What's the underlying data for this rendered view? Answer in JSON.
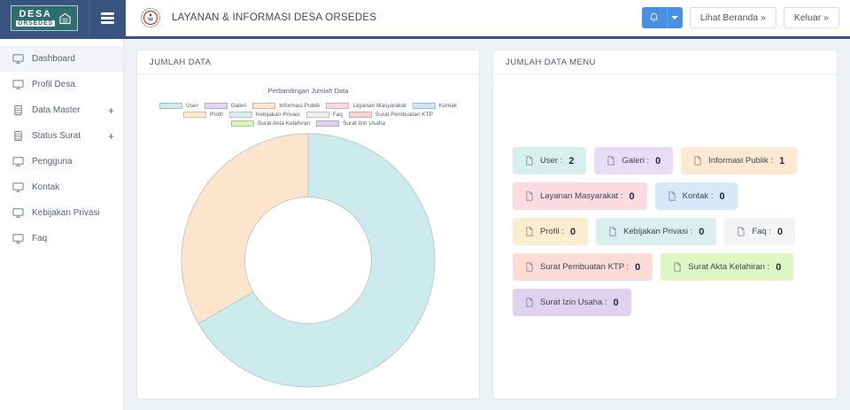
{
  "brand": {
    "logo_primary": "DESA",
    "logo_secondary": "ORSEDES",
    "logo_mark_icon": "village-building-icon",
    "menu_toggle_icon": "hamburger-menu-icon",
    "seal_icon": "government-seal-icon"
  },
  "header": {
    "title": "LAYANAN & INFORMASI DESA ORSEDES",
    "notification_icon": "bell-icon",
    "notification_caret_icon": "chevron-down-icon",
    "view_home_label": "Lihat Beranda »",
    "logout_label": "Keluar »",
    "accent_color": "#4a90e2",
    "brand_color": "#39547f"
  },
  "sidebar": {
    "items": [
      {
        "label": "Dashboard",
        "icon": "monitor-icon",
        "active": true,
        "expandable": false
      },
      {
        "label": "Profil Desa",
        "icon": "monitor-icon",
        "active": false,
        "expandable": false
      },
      {
        "label": "Data Master",
        "icon": "database-icon",
        "active": false,
        "expandable": true,
        "expand_symbol": "+"
      },
      {
        "label": "Status Surat",
        "icon": "database-icon",
        "active": false,
        "expandable": true,
        "expand_symbol": "+"
      },
      {
        "label": "Pengguna",
        "icon": "monitor-icon",
        "active": false,
        "expandable": false
      },
      {
        "label": "Kontak",
        "icon": "monitor-icon",
        "active": false,
        "expandable": false
      },
      {
        "label": "Kebijakan Privasi",
        "icon": "monitor-icon",
        "active": false,
        "expandable": false
      },
      {
        "label": "Faq",
        "icon": "monitor-icon",
        "active": false,
        "expandable": false
      }
    ]
  },
  "panels": {
    "left_title": "JUMLAH DATA",
    "right_title": "JUMLAH DATA MENU"
  },
  "chart_data": {
    "type": "pie",
    "variant": "donut",
    "title": "Perbandingan Jumlah Data",
    "xlabel": "",
    "ylabel": "",
    "grid": false,
    "legend_position": "top",
    "start_angle_deg": 0,
    "inner_radius_ratio": 0.5,
    "categories": [
      "User",
      "Galeri",
      "Informasi Publik",
      "Layanan Masyarakat",
      "Kontak",
      "Profil",
      "Kebijakan Privasi",
      "Faq",
      "Surat Pembuatan KTP",
      "Surat Akta Kelahiran",
      "Surat Izin Usaha"
    ],
    "values": [
      2,
      0,
      1,
      0,
      0,
      0,
      0,
      0,
      0,
      0,
      0
    ],
    "total": 3,
    "colors": [
      "#cdebec",
      "#e2d4f2",
      "#fde5cd",
      "#fbd9de",
      "#cfe4f7",
      "#fdebcd",
      "#d8eef0",
      "#eeeeee",
      "#fbd5d0",
      "#d6f5b8",
      "#ddd0ee"
    ]
  },
  "data_cards": [
    {
      "label": "User :",
      "value": "2",
      "bg": "#d8f0ec",
      "icon": "document-icon"
    },
    {
      "label": "Galeri :",
      "value": "0",
      "bg": "#e8dcf7",
      "icon": "document-icon"
    },
    {
      "label": "Informasi Publik :",
      "value": "1",
      "bg": "#fde8d2",
      "icon": "document-icon"
    },
    {
      "label": "Layanan Masyarakat :",
      "value": "0",
      "bg": "#fbdbe2",
      "icon": "document-icon"
    },
    {
      "label": "Kontak :",
      "value": "0",
      "bg": "#d5e9f8",
      "icon": "document-icon"
    },
    {
      "label": "Profil :",
      "value": "0",
      "bg": "#fdedd0",
      "icon": "document-icon"
    },
    {
      "label": "Kebijakan Privasi :",
      "value": "0",
      "bg": "#d9f0ef",
      "icon": "document-icon"
    },
    {
      "label": "Faq :",
      "value": "0",
      "bg": "#f3f4f5",
      "icon": "document-icon"
    },
    {
      "label": "Surat Pembuatan KTP :",
      "value": "0",
      "bg": "#fcdcd4",
      "icon": "document-icon"
    },
    {
      "label": "Surat Akta Kelahiran :",
      "value": "0",
      "bg": "#ddf6c2",
      "icon": "document-icon"
    },
    {
      "label": "Surat Izin Usaha :",
      "value": "0",
      "bg": "#ded2ef",
      "icon": "document-icon"
    }
  ]
}
